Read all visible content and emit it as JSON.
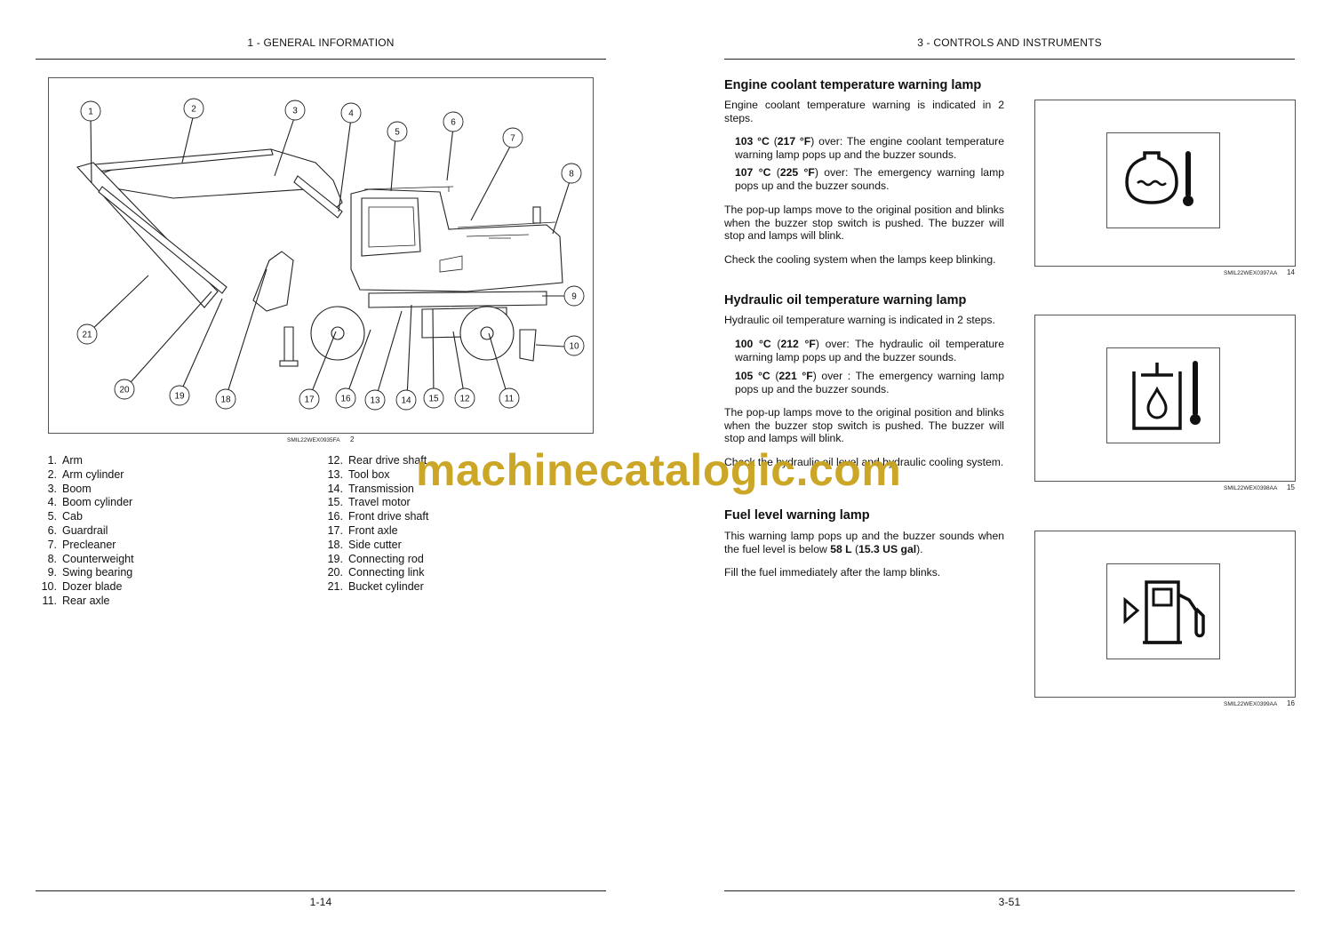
{
  "left_page": {
    "header": "1 - GENERAL INFORMATION",
    "footer": "1-14",
    "figure": {
      "code": "SMIL22WEX0935FA",
      "number": "2",
      "callouts": [
        "1",
        "2",
        "3",
        "4",
        "5",
        "6",
        "7",
        "8",
        "9",
        "10",
        "11",
        "12",
        "13",
        "14",
        "15",
        "16",
        "17",
        "18",
        "19",
        "20",
        "21"
      ]
    },
    "legend_col1": [
      {
        "n": "1.",
        "label": "Arm"
      },
      {
        "n": "2.",
        "label": "Arm cylinder"
      },
      {
        "n": "3.",
        "label": "Boom"
      },
      {
        "n": "4.",
        "label": "Boom cylinder"
      },
      {
        "n": "5.",
        "label": "Cab"
      },
      {
        "n": "6.",
        "label": "Guardrail"
      },
      {
        "n": "7.",
        "label": "Precleaner"
      },
      {
        "n": "8.",
        "label": "Counterweight"
      },
      {
        "n": "9.",
        "label": "Swing bearing"
      },
      {
        "n": "10.",
        "label": "Dozer blade"
      },
      {
        "n": "11.",
        "label": "Rear axle"
      }
    ],
    "legend_col2": [
      {
        "n": "12.",
        "label": "Rear drive shaft"
      },
      {
        "n": "13.",
        "label": "Tool box"
      },
      {
        "n": "14.",
        "label": "Transmission"
      },
      {
        "n": "15.",
        "label": "Travel motor"
      },
      {
        "n": "16.",
        "label": "Front drive shaft"
      },
      {
        "n": "17.",
        "label": "Front axle"
      },
      {
        "n": "18.",
        "label": "Side cutter"
      },
      {
        "n": "19.",
        "label": "Connecting rod"
      },
      {
        "n": "20.",
        "label": "Connecting link"
      },
      {
        "n": "21.",
        "label": "Bucket cylinder"
      }
    ]
  },
  "right_page": {
    "header": "3 - CONTROLS AND INSTRUMENTS",
    "footer": "3-51",
    "coolant": {
      "title": "Engine coolant temperature warning lamp",
      "intro": "Engine coolant temperature warning is indicated in 2 steps.",
      "step1_temp": "103 °C",
      "step1_f": "217 °F",
      "step1_text": ") over: The engine coolant temperature warning lamp pops up and the buzzer sounds.",
      "step2_temp": "107 °C",
      "step2_f": "225 °F",
      "step2_text": ") over: The emergency warning lamp pops up and the buzzer sounds.",
      "p3": "The pop-up lamps move to the original position and blinks when the buzzer stop switch is pushed. The buzzer will stop and lamps will blink.",
      "p4": "Check the cooling system when the lamps keep blinking.",
      "fig_code": "SMIL22WEX0397AA",
      "fig_num": "14"
    },
    "hydraulic": {
      "title": "Hydraulic oil temperature warning lamp",
      "intro": "Hydraulic oil temperature warning is indicated in 2 steps.",
      "step1_temp": "100 °C",
      "step1_f": "212 °F",
      "step1_text": ") over: The hydraulic oil temperature warning lamp pops up and the buzzer sounds.",
      "step2_temp": "105 °C",
      "step2_f": "221 °F",
      "step2_text": ") over : The emergency warning lamp pops up and the buzzer sounds.",
      "p3": "The pop-up lamps move to the original position and blinks when the buzzer stop switch is pushed. The buzzer will stop and lamps will blink.",
      "p4": "Check the hydraulic oil level and hydraulic cooling system.",
      "fig_code": "SMIL22WEX0398AA",
      "fig_num": "15"
    },
    "fuel": {
      "title": "Fuel level warning lamp",
      "p1_a": "This warning lamp pops up and the buzzer sounds when the fuel level is below ",
      "p1_amount": "58 L",
      "p1_b": " (",
      "p1_gal": "15.3 US gal",
      "p1_c": ").",
      "p2": "Fill the fuel immediately after the lamp blinks.",
      "fig_code": "SMIL22WEX0399AA",
      "fig_num": "16"
    }
  },
  "watermark": "machinecatalogic.com",
  "colors": {
    "watermark": "#c9a21c",
    "rule": "#222222"
  }
}
